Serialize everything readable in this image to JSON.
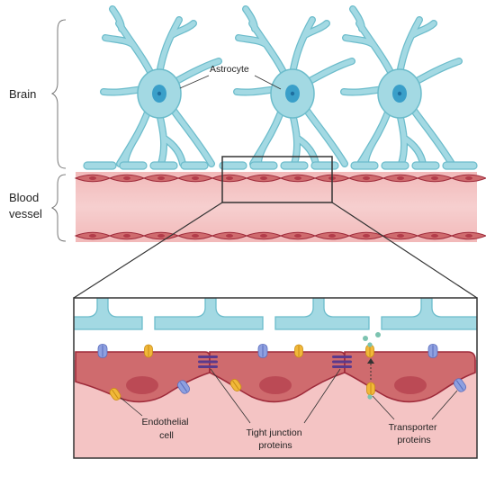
{
  "labels": {
    "brain": "Brain",
    "blood_vessel_line1": "Blood",
    "blood_vessel_line2": "vessel",
    "astrocyte": "Astrocyte",
    "endothelial_line1": "Endothelial",
    "endothelial_line2": "cell",
    "tight_junction_line1": "Tight junction",
    "tight_junction_line2": "proteins",
    "transporter_line1": "Transporter",
    "transporter_line2": "proteins"
  },
  "colors": {
    "astrocyte_fill": "#a3d9e3",
    "astrocyte_stroke": "#6cbccb",
    "nucleus": "#3a9fc9",
    "vessel_lumen": "#f4c4c4",
    "endothelial_fill": "#cf6b6e",
    "endothelial_stroke": "#9e2a3a",
    "endothelial_nucleus": "#bb4a55",
    "tight_junction": "#5b3a8c",
    "transporter_yellow": "#f1b839",
    "transporter_blue": "#7d8fd6",
    "molecule": "#7cc3b0"
  }
}
